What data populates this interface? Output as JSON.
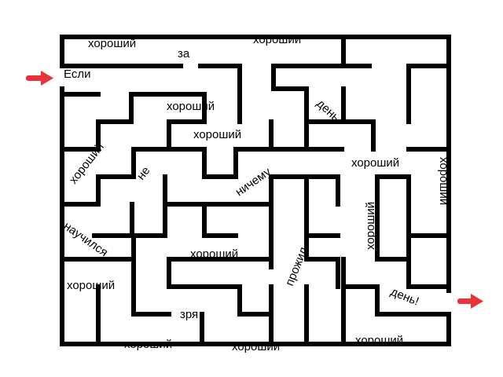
{
  "colors": {
    "wall": "#000000",
    "arrow": "#e8333a",
    "background": "#ffffff",
    "text": "#000000"
  },
  "icons": {
    "entry": "right-arrow-icon",
    "exit": "right-arrow-icon"
  },
  "words": {
    "w1": "хороший",
    "w2": "хороший",
    "w3": "за",
    "w4": "Если",
    "w5": "хороший",
    "w6": "день",
    "w7": "хороший",
    "w8": "хороший",
    "w9": "не",
    "w10": "ничему",
    "w11": "хороший",
    "w12": "хороший",
    "w13": "хороший",
    "w14": "научился",
    "w15": "хороший",
    "w16": "прожил",
    "w17": "хороший",
    "w18": "день!",
    "w19": "зря",
    "w20": "хороший",
    "w21": "хороший",
    "w22": "хороший"
  }
}
